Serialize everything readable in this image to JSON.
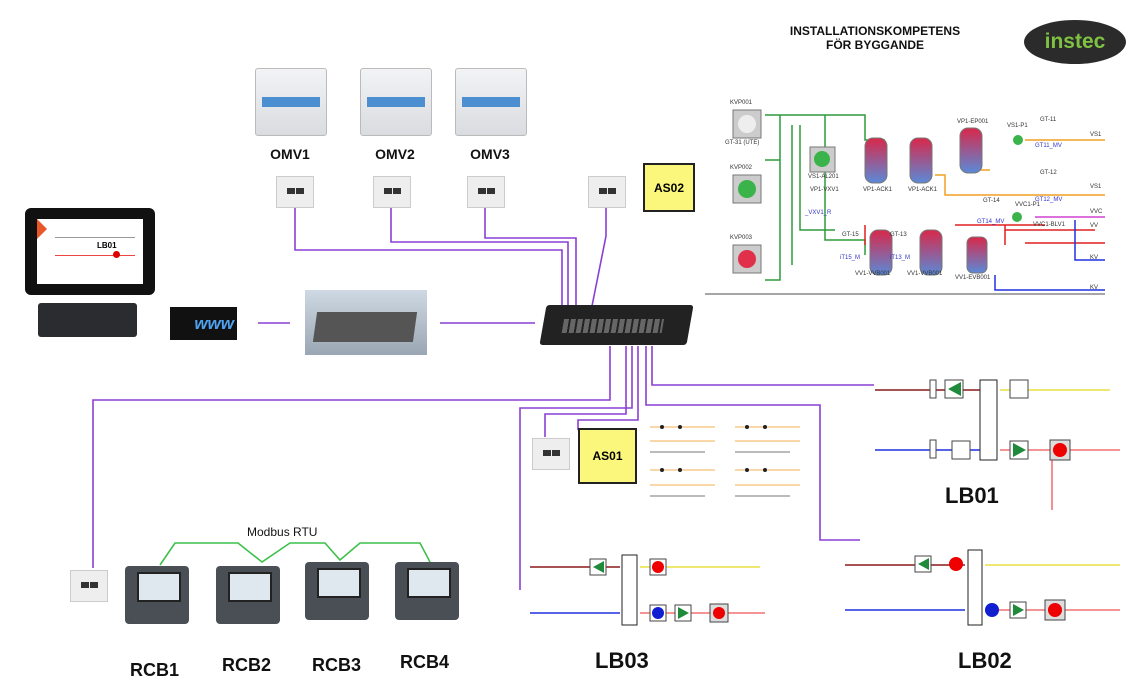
{
  "header": {
    "title_line1": "INSTALLATIONSKOMPETENS",
    "title_line2": "FÖR BYGGANDE",
    "logo_text": "instec"
  },
  "meters": [
    "OMV1",
    "OMV2",
    "OMV3"
  ],
  "controllers": {
    "as02": "AS02",
    "as01": "AS01"
  },
  "tablet": {
    "screen_label": "LB01"
  },
  "bus": {
    "label": "Modbus RTU"
  },
  "rcb": [
    "RCB1",
    "RCB2",
    "RCB3",
    "RCB4"
  ],
  "ahu": {
    "lb01": "LB01",
    "lb02": "LB02",
    "lb03": "LB03"
  },
  "heating_schematic": {
    "labels": [
      "KVP001",
      "GT-31 (UTE)",
      "KVP002",
      "KVP003",
      "VS1-AL201",
      "VP1-VXV1",
      "_VXV1_R",
      "VP1-ACK1",
      "VP1-ACK1",
      "VP1-EP001",
      "VS1-P1",
      "GT-11",
      "GT11_MV",
      "VS1",
      "GT-12",
      "GT12_MV",
      "VS1",
      "GT-14",
      "GT14_MV",
      "VVC1-P1",
      "VVC",
      "VVC1-BLV1",
      "VV",
      "GT-15",
      "iT15_M",
      "GT-13",
      "iT13_M",
      "VV1-VVB001",
      "VV1-VVB001",
      "VV1-EVB001",
      "KV",
      "KV"
    ]
  },
  "colors": {
    "network": "#8a3fd6",
    "modbus": "#3cc04a",
    "controller_fill": "#fbf77d",
    "logo_bg": "#2b2b2b",
    "logo_text": "#7fc241"
  }
}
